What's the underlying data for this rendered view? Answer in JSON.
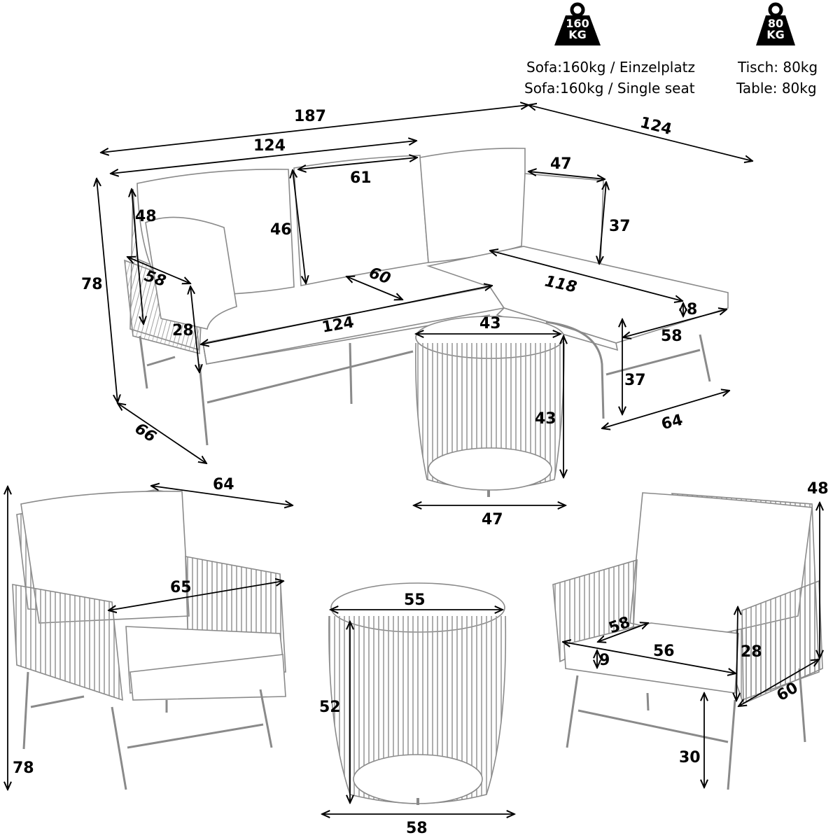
{
  "load_capacity": {
    "sofa_badge": {
      "value": "160",
      "unit": "KG",
      "icon": "weight-icon"
    },
    "table_badge": {
      "value": "80",
      "unit": "KG",
      "icon": "weight-icon"
    },
    "sofa_de": "Sofa:160kg / Einzelplatz",
    "sofa_en": "Sofa:160kg / Single seat",
    "table_de": "Tisch: 80kg",
    "table_en": "Table: 80kg"
  },
  "sectional_sofa": {
    "total_length": "187",
    "loveseat_length": "124",
    "chaise_length": "124",
    "back_cushion_width": "61",
    "side_cushion_height": "48",
    "back_cushion_height": "46",
    "seat_depth": "60",
    "armrest_depth": "58",
    "armrest_height": "28",
    "seat_width": "124",
    "total_height": "78",
    "depth": "66",
    "chaise_cushion_width": "47",
    "chaise_cushion_height": "37",
    "chaise_seat_length": "118",
    "chaise_cushion_thickness": "8",
    "chaise_seat_width": "58",
    "chaise_seat_height": "37",
    "chaise_depth": "64"
  },
  "small_table": {
    "top_diameter": "43",
    "height": "43",
    "base_diameter": "47"
  },
  "armchair_left": {
    "depth": "64",
    "width": "65",
    "height": "78"
  },
  "large_table": {
    "top_diameter": "55",
    "height": "52",
    "base_diameter": "58"
  },
  "armchair_right": {
    "back_cushion_height": "48",
    "seat_depth": "58",
    "seat_width": "56",
    "cushion_thickness": "9",
    "armrest_height": "28",
    "depth": "60",
    "seat_height": "30"
  },
  "colors": {
    "line": "#000000",
    "sketch": "#8a8a8a",
    "background": "#ffffff"
  }
}
